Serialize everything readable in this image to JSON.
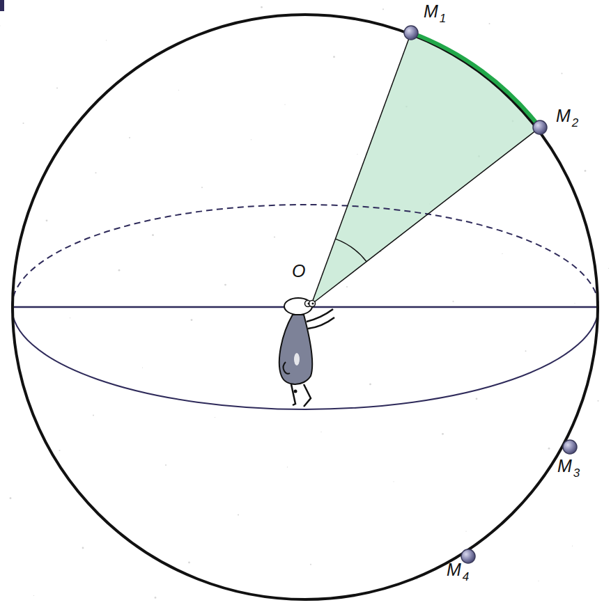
{
  "diagram": {
    "labels": [
      "M1",
      "M2",
      "O",
      "M3",
      "M4"
    ]
  }
}
